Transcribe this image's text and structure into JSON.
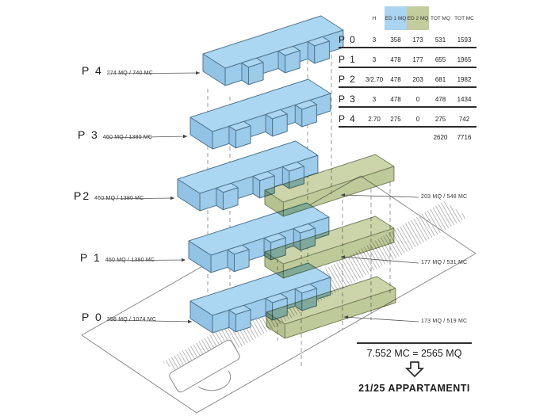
{
  "diagram": {
    "floor_labels": [
      {
        "id": "P 4",
        "area": "274 MQ / 740 MC"
      },
      {
        "id": "P 3",
        "area": "460 MQ / 1380 MC"
      },
      {
        "id": "P2",
        "area": "460 MQ / 1380 MC"
      },
      {
        "id": "P 1",
        "area": "460 MQ / 1380 MC"
      },
      {
        "id": "P 0",
        "area": "358 MQ / 1074 MC"
      }
    ],
    "ed2_labels": [
      "203 MQ / 548 MC",
      "177 MQ / 531 MC",
      "173 MQ / 519 MC"
    ],
    "colors": {
      "ed1_blue": "#aad4f1",
      "ed2_green": "#c3cc9d",
      "overlap_teal": "#84ad95"
    }
  },
  "table": {
    "headers": [
      "H",
      "ED 1 MQ",
      "ED 2 MQ",
      "TOT MQ",
      "TOT MC"
    ],
    "rows": [
      {
        "label": "P 0",
        "h": "3",
        "ed1": "358",
        "ed2": "173",
        "tot_mq": "531",
        "tot_mc": "1593"
      },
      {
        "label": "P 1",
        "h": "3",
        "ed1": "478",
        "ed2": "177",
        "tot_mq": "655",
        "tot_mc": "1965"
      },
      {
        "label": "P 2",
        "h": "3/2.70",
        "ed1": "478",
        "ed2": "203",
        "tot_mq": "681",
        "tot_mc": "1982"
      },
      {
        "label": "P 3",
        "h": "3",
        "ed1": "478",
        "ed2": "0",
        "tot_mq": "478",
        "tot_mc": "1434"
      },
      {
        "label": "P 4",
        "h": "2.70",
        "ed1": "275",
        "ed2": "0",
        "tot_mq": "275",
        "tot_mc": "742"
      }
    ],
    "totals": {
      "tot_mq": "2620",
      "tot_mc": "7716"
    }
  },
  "summary": {
    "equation": "7.552 MC = 2565 MQ",
    "result": "21/25 APPARTAMENTI"
  }
}
